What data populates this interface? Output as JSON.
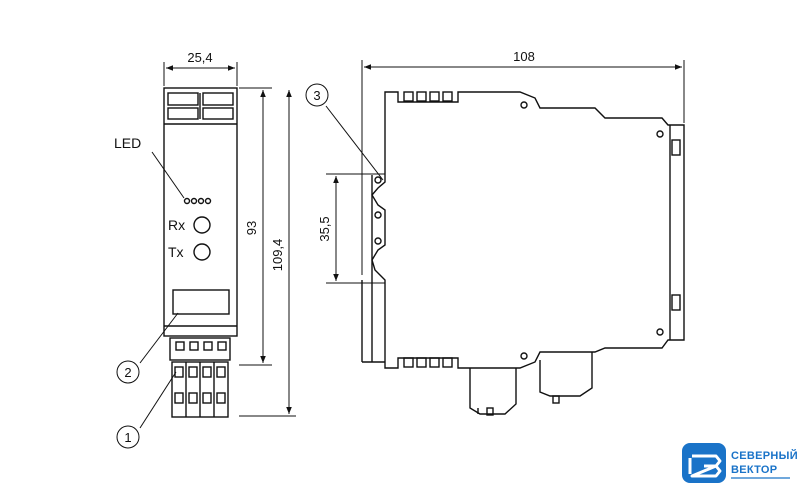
{
  "dimensions": {
    "front_width": "25,4",
    "body_height": "93",
    "overall_height": "109,4",
    "side_width": "108",
    "rail_pitch": "35,5"
  },
  "labels": {
    "led": "LED",
    "rx": "Rx",
    "tx": "Tx"
  },
  "callouts": [
    "1",
    "2",
    "3"
  ],
  "logo": {
    "line1": "СЕВЕРНЫЙ",
    "line2": "ВЕКТОР",
    "color": "#1a73c8"
  },
  "colors": {
    "line": "#111111",
    "background": "#ffffff"
  }
}
